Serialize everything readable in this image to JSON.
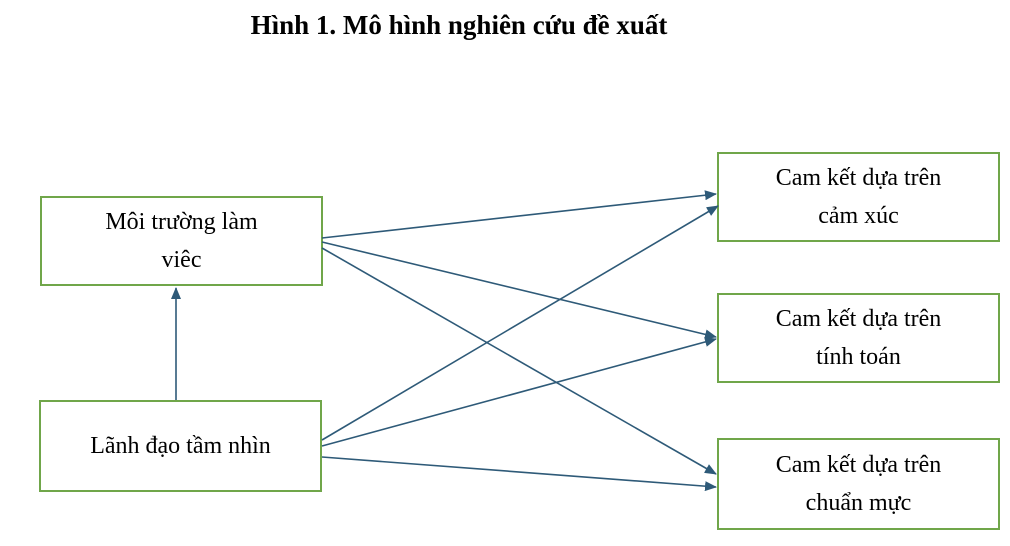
{
  "title": "Hình 1. Mô hình nghiên cứu đề xuất",
  "nodes": {
    "work_environment": {
      "line1": "Môi trường làm",
      "line2": "viêc"
    },
    "visionary_leadership": {
      "line1": "Lãnh đạo tầm nhìn"
    },
    "affective_commitment": {
      "line1": "Cam kết dựa trên",
      "line2": "cảm xúc"
    },
    "continuance_commitment": {
      "line1": "Cam kết dựa trên",
      "line2": "tính toán"
    },
    "normative_commitment": {
      "line1": "Cam kết dựa trên",
      "line2": "chuẩn mực"
    }
  },
  "edges": [
    {
      "from": "visionary_leadership",
      "to": "work_environment"
    },
    {
      "from": "work_environment",
      "to": "affective_commitment"
    },
    {
      "from": "work_environment",
      "to": "continuance_commitment"
    },
    {
      "from": "work_environment",
      "to": "normative_commitment"
    },
    {
      "from": "visionary_leadership",
      "to": "affective_commitment"
    },
    {
      "from": "visionary_leadership",
      "to": "continuance_commitment"
    },
    {
      "from": "visionary_leadership",
      "to": "normative_commitment"
    }
  ],
  "colors": {
    "box_border": "#70a64a",
    "arrow": "#2e5a78"
  }
}
